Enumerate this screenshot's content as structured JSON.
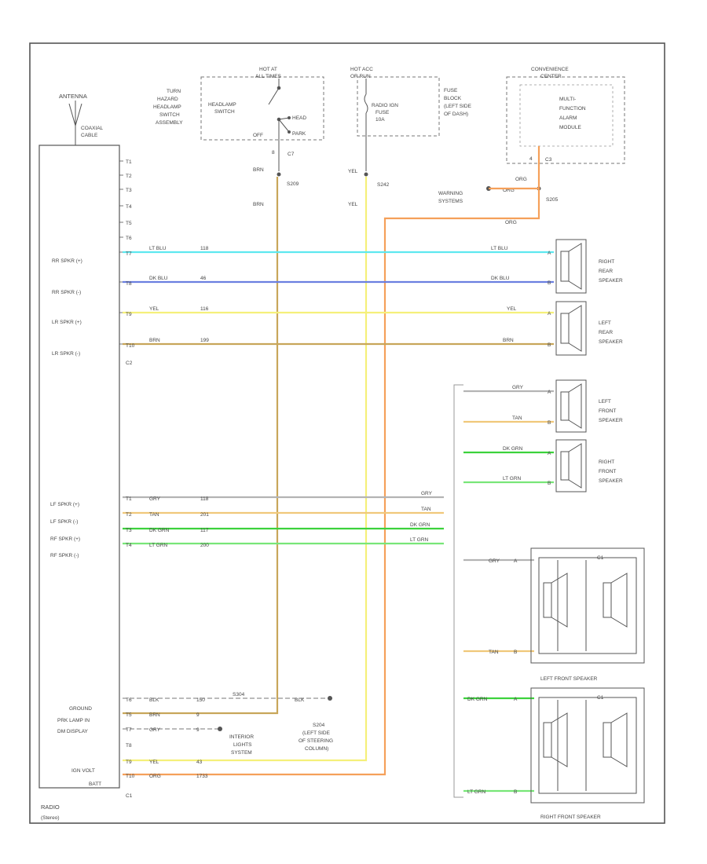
{
  "colors": {
    "border": "#555555",
    "text": "#444444",
    "wire_lt_blu": "#5ee8f0",
    "wire_dk_blu": "#6b7fe0",
    "wire_yel": "#f5f07a",
    "wire_brn": "#c8a65a",
    "wire_gry": "#b4b4b4",
    "wire_tan": "#f0c87a",
    "wire_dk_grn": "#3cd23c",
    "wire_lt_grn": "#78e678",
    "wire_org": "#f5a05a"
  },
  "radio": {
    "title": "RADIO",
    "subtitle": "(Stereo)",
    "antenna": "ANTENNA",
    "coax": [
      "COAXIAL",
      "CABLE"
    ],
    "c2_pins": [
      "T1",
      "T2",
      "T3",
      "T4",
      "T5",
      "T6",
      "T7",
      "T8",
      "T9",
      "T10"
    ],
    "c2_label": "C2",
    "c1_label": "C1",
    "rear_terms": [
      {
        "label": "RR SPKR (+)",
        "pin": "T7",
        "wire": "LT BLU",
        "circuit": "118"
      },
      {
        "label": "RR SPKR (-)",
        "pin": "T8",
        "wire": "DK BLU",
        "circuit": "46"
      },
      {
        "label": "LR SPKR (+)",
        "pin": "T9",
        "wire": "YEL",
        "circuit": "116"
      },
      {
        "label": "LR SPKR (-)",
        "pin": "T10",
        "wire": "BRN",
        "circuit": "199"
      }
    ],
    "front_terms": [
      {
        "label": "LF SPKR (+)",
        "pin": "T1",
        "wire": "GRY",
        "circuit": "118",
        "end_wire": "GRY"
      },
      {
        "label": "LF SPKR (-)",
        "pin": "T2",
        "wire": "TAN",
        "circuit": "201",
        "end_wire": "TAN"
      },
      {
        "label": "RF SPKR (+)",
        "pin": "T3",
        "wire": "DK GRN",
        "circuit": "117",
        "end_wire": "DK GRN"
      },
      {
        "label": "RF SPKR (-)",
        "pin": "T4",
        "wire": "LT GRN",
        "circuit": "200",
        "end_wire": "LT GRN"
      }
    ],
    "c1_pins": [
      {
        "label": "GROUND",
        "pin": "T6",
        "wire": "BLK",
        "circuit": "150"
      },
      {
        "label": "PRK LAMP IN",
        "pin": "T5",
        "wire": "BRN",
        "circuit": "9"
      },
      {
        "label": "DM DISPLAY",
        "pin": "T7",
        "wire": "GRY",
        "circuit": "9"
      },
      {
        "label": "",
        "pin": "T8",
        "wire": "",
        "circuit": ""
      },
      {
        "label": "IGN VOLT",
        "pin": "T9",
        "wire": "YEL",
        "circuit": "43"
      },
      {
        "label": "BATT",
        "pin": "T10",
        "wire": "ORG",
        "circuit": "1733"
      }
    ]
  },
  "headlamp": {
    "side_label": [
      "TURN",
      "HAZARD",
      "HEADLAMP",
      "SWITCH",
      "ASSEMBLY"
    ],
    "hot_label": [
      "HOT AT",
      "ALL TIMES"
    ],
    "switch_label": [
      "HEADLAMP",
      "SWITCH"
    ],
    "off": "OFF",
    "head": "HEAD",
    "park": "PARK",
    "pin": "8",
    "conn": "C7",
    "wire": "BRN",
    "splice": "S209"
  },
  "fuse": {
    "hot_label": [
      "HOT ACC",
      "OR RUN"
    ],
    "fuse_label": [
      "RADIO IGN",
      "FUSE",
      "10A"
    ],
    "side_label": [
      "FUSE",
      "BLOCK",
      "(LEFT SIDE",
      "OF DASH)"
    ],
    "wire": "YEL",
    "splice": "S242"
  },
  "convenience": {
    "header": [
      "CONVENIENCE",
      "CENTER"
    ],
    "module_label": [
      "MULTI-",
      "FUNCTION",
      "ALARM",
      "MODULE"
    ],
    "pin": "4",
    "conn": "C3",
    "wire": "ORG",
    "splice": "S205",
    "warning": [
      "WARNING",
      "SYSTEMS"
    ]
  },
  "speakers": {
    "right_rear": [
      "RIGHT",
      "REAR",
      "SPEAKER"
    ],
    "left_rear": [
      "LEFT",
      "REAR",
      "SPEAKER"
    ],
    "left_front": [
      "LEFT",
      "FRONT",
      "SPEAKER"
    ],
    "right_front": [
      "RIGHT",
      "FRONT",
      "SPEAKER"
    ],
    "pin_a": "A",
    "pin_b": "B",
    "lf_wires": [
      "GRY",
      "TAN"
    ],
    "rf_wires": [
      "DK GRN",
      "LT GRN"
    ],
    "box1_wires": [
      "GRY",
      "TAN"
    ],
    "box1_conn": "C1",
    "box2_title": "LEFT FRONT SPEAKER",
    "box2_wires": [
      "DK GRN",
      "LT GRN"
    ],
    "box2_conn": "C1"
  },
  "ground": {
    "wire": "BLK",
    "splice": "S304",
    "label": [
      "S204",
      "(LEFT SIDE",
      "OF STEERING",
      "COLUMN)"
    ],
    "interior": [
      "INTERIOR",
      "LIGHTS",
      "SYSTEM"
    ]
  },
  "footer": "RIGHT FRONT SPEAKER"
}
